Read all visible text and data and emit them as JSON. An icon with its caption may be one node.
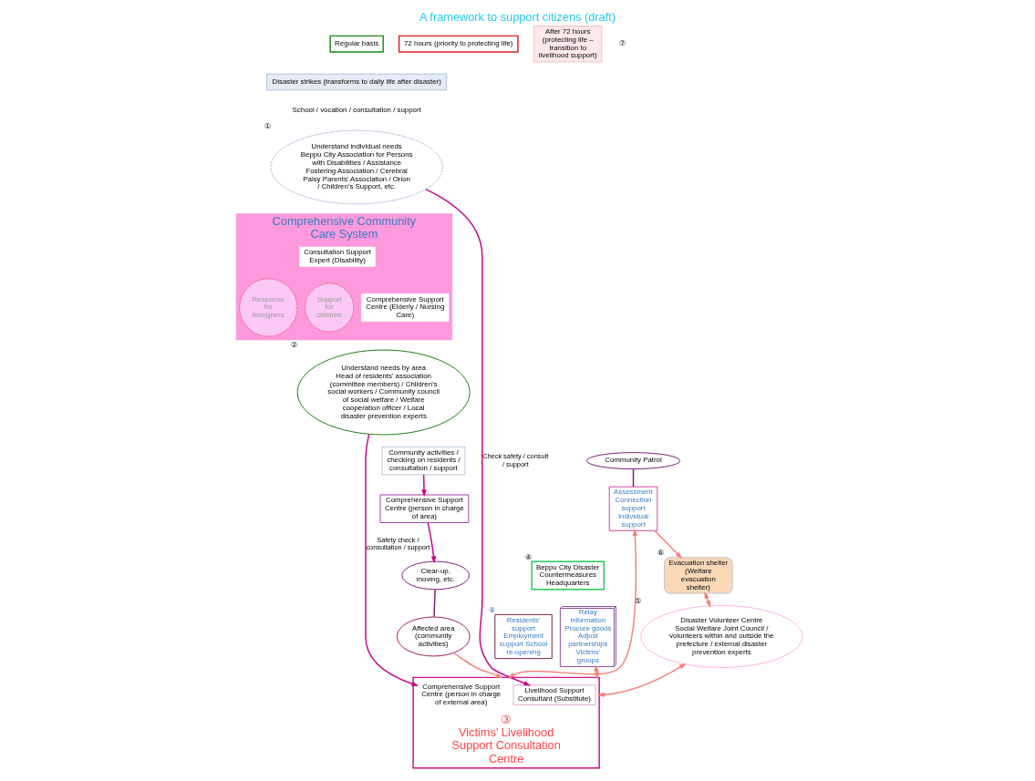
{
  "diagram": {
    "title": "A framework to support citizens (draft)",
    "nodes": [
      {
        "text": [
          "Regular basis"
        ]
      },
      {
        "text": [
          "72 hours (priority to protecting life)"
        ]
      },
      {
        "text": [
          "After 72 hours (protecting life – transition to livelihood support)"
        ]
      },
      {
        "text": [
          "Disaster strikes (transforms to daily life after disaster)"
        ]
      },
      {
        "text": [
          "Understand individual needs",
          "Beppu City Association for Persons with Disabilities / Assistance Fostering Association / Cerebral Palsy Parents’ Association / Orion / Children’s Support, etc."
        ],
        "beside": [
          "①"
        ]
      },
      {
        "text": [
          "Comprehensive Community Care System"
        ]
      },
      {
        "text": [
          "Consultation Support Expert (Disability)"
        ],
        "in": 5
      },
      {
        "text": [
          "Response for foreigners"
        ],
        "in": 5
      },
      {
        "text": [
          "Support for children"
        ],
        "in": 5
      },
      {
        "text": [
          "Comprehensive Support Centre (Elderly / Nursing Care)"
        ],
        "in": 5
      },
      {
        "text": [
          "Understand needs by area",
          "Head of residents’ association (committee members) / Children’s social workers / Community council of social welfare / Welfare cooperation officer / Local disaster prevention experts"
        ],
        "beside": [
          "②"
        ]
      },
      {
        "text": [
          "Community activities / checking on residents / consultation / support"
        ]
      },
      {
        "text": [
          "Victims’ Livelihood Support Consultation Centre"
        ],
        "beside": [
          "③"
        ]
      },
      {
        "text": [
          "Livelihood Support Consultant (Substitute)"
        ],
        "in": 12
      },
      {
        "text": [
          "Comprehensive Support Centre (person in charge of external area)"
        ],
        "in": 12
      },
      {
        "text": [
          "Beppu City Disaster Countermeasures Headquarters"
        ],
        "beside": [
          "④"
        ]
      },
      {
        "text": [
          "Relay information Procure goods Adjust partnerships Victims’ groups"
        ]
      },
      {
        "text": [
          "Residents’ support Employment support School re-opening"
        ],
        "beside": [
          "⑧"
        ]
      },
      {
        "text": [
          "Assessment Connection support Individual support"
        ]
      },
      {
        "text": [
          "Community Patrol"
        ]
      },
      {
        "text": [
          "Evacuation shelter (Welfare evacuation shelter)"
        ],
        "beside": [
          "⑥"
        ]
      },
      {
        "text": [
          "Disaster Volunteer Centre",
          "Social Welfare Joint Council / volunteers within and outside the prefecture / external disaster prevention experts"
        ],
        "beside": [
          "⑤"
        ]
      },
      {
        "text": [
          "Affected area (community activities)"
        ]
      },
      {
        "text": [
          "Clear-up, moving, etc."
        ]
      },
      {
        "text": [
          "Comprehensive Support Centre (person in charge of area)"
        ]
      }
    ],
    "edges": [
      {
        "from": 4,
        "to": 13,
        "arrow": "to",
        "label": "Check safety / consult / support",
        "color": "#cc0088"
      },
      {
        "from": 10,
        "to": 14,
        "arrow": "to",
        "label": "Safety check / consultation / support",
        "color": "#cc0088"
      },
      {
        "from": 12,
        "to": 16,
        "arrow": "both"
      },
      {
        "from": 12,
        "to": 18,
        "arrow": "both"
      },
      {
        "from": 19,
        "to": 18,
        "arrow": "none",
        "color": "#7a1f7a"
      },
      {
        "from": 18,
        "to": 20,
        "arrow": "to"
      },
      {
        "from": 20,
        "to": 21,
        "arrow": "both"
      },
      {
        "from": 12,
        "to": 21,
        "arrow": "both"
      },
      {
        "from": 22,
        "to": 12,
        "arrow": "to"
      },
      {
        "from": 23,
        "to": 22,
        "arrow": "none",
        "color": "#7a1f7a"
      },
      {
        "from": 24,
        "to": 23,
        "arrow": "to",
        "color": "#cc0088"
      },
      {
        "from": 11,
        "to": 24,
        "arrow": "to",
        "color": "#cc0088"
      }
    ],
    "labels": [
      "School / vocation / consultation / support",
      "⑦"
    ]
  }
}
